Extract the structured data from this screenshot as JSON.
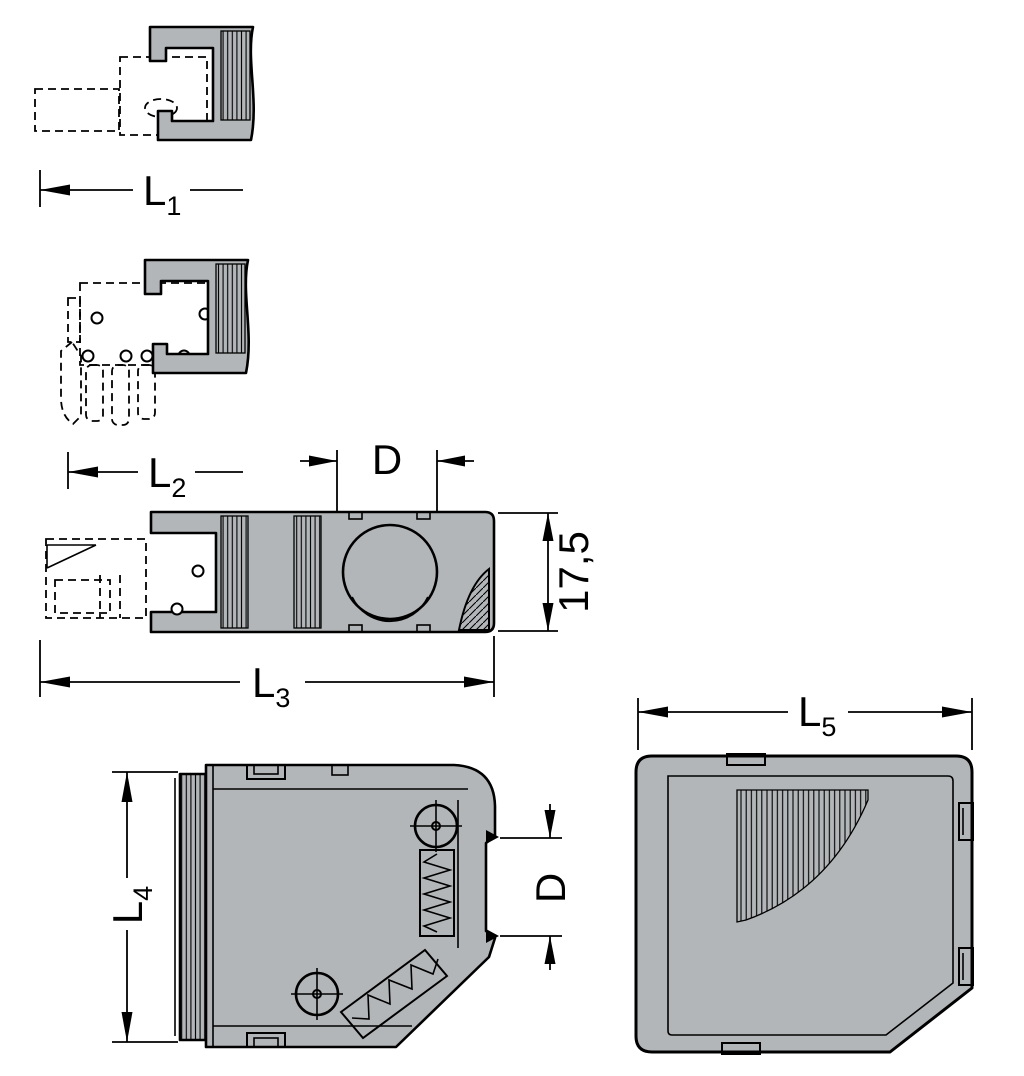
{
  "figure": {
    "type": "technical-dimensional-drawing",
    "description": "Multi-view connector housing dimensional drawing"
  },
  "colors": {
    "body": "#b3b6b8",
    "line": "#000000",
    "background": "#ffffff"
  },
  "dimensions": {
    "l1": {
      "base": "L",
      "sub": "1"
    },
    "l2": {
      "base": "L",
      "sub": "2"
    },
    "l3": {
      "base": "L",
      "sub": "3"
    },
    "l4": {
      "base": "L",
      "sub": "4"
    },
    "l5": {
      "base": "L",
      "sub": "5"
    },
    "d_top": {
      "base": "D"
    },
    "d_side": {
      "base": "D"
    },
    "height_17_5": {
      "base": "17,5"
    }
  }
}
